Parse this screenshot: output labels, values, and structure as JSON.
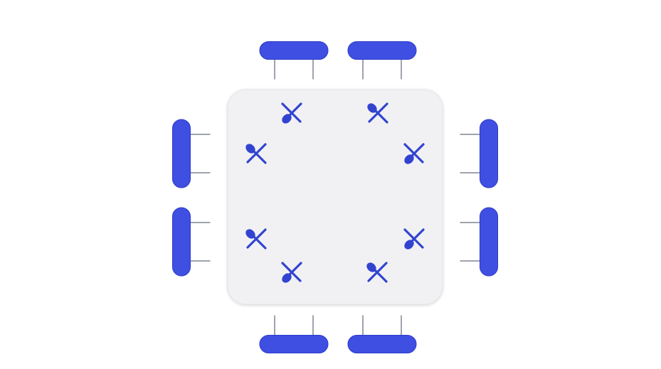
{
  "colors": {
    "background": "#ffffff",
    "table_fill": "#f1f1f4",
    "table_stroke": "#e6e6ea",
    "seat_fill": "#3f4fe2",
    "seat_stroke": "#2c3acb",
    "seat_leg": "#9fa3ad",
    "cutlery": "#3244cf"
  },
  "table": {
    "shape": "rounded-square",
    "seat_count": 8,
    "place_setting_icon": "crossed-fork-and-spoon-icon"
  },
  "seats": [
    {
      "id": "top-left",
      "side": "top"
    },
    {
      "id": "top-right",
      "side": "top"
    },
    {
      "id": "right-upper",
      "side": "right"
    },
    {
      "id": "right-lower",
      "side": "right"
    },
    {
      "id": "bottom-right",
      "side": "bottom"
    },
    {
      "id": "bottom-left",
      "side": "bottom"
    },
    {
      "id": "left-lower",
      "side": "left"
    },
    {
      "id": "left-upper",
      "side": "left"
    }
  ],
  "place_settings": [
    {
      "id": "top-left"
    },
    {
      "id": "top-right"
    },
    {
      "id": "right-upper"
    },
    {
      "id": "right-lower"
    },
    {
      "id": "bottom-right"
    },
    {
      "id": "bottom-left"
    },
    {
      "id": "left-lower"
    },
    {
      "id": "left-upper"
    }
  ]
}
